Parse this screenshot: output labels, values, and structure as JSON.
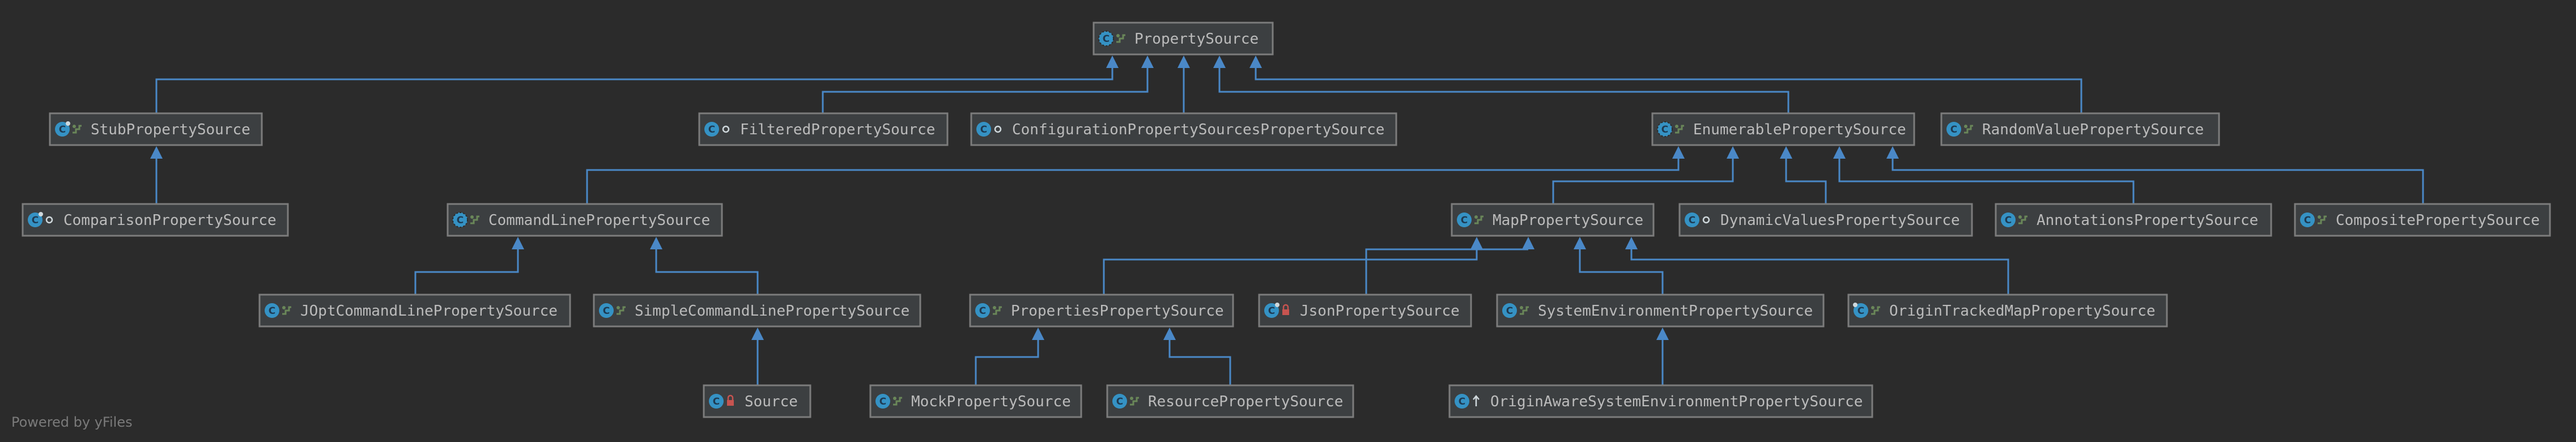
{
  "diagram": {
    "nodes": [
      {
        "id": "PropertySource",
        "label": "PropertySource",
        "kind": "abstract-class",
        "modifier": "public"
      },
      {
        "id": "StubPropertySource",
        "label": "StubPropertySource",
        "kind": "static-class",
        "modifier": "public"
      },
      {
        "id": "FilteredPropertySource",
        "label": "FilteredPropertySource",
        "kind": "class",
        "modifier": "package-private"
      },
      {
        "id": "ConfigurationPropertySourcesPropertySource",
        "label": "ConfigurationPropertySourcesPropertySource",
        "kind": "class",
        "modifier": "package-private"
      },
      {
        "id": "EnumerablePropertySource",
        "label": "EnumerablePropertySource",
        "kind": "abstract-class",
        "modifier": "public"
      },
      {
        "id": "RandomValuePropertySource",
        "label": "RandomValuePropertySource",
        "kind": "class",
        "modifier": "public"
      },
      {
        "id": "ComparisonPropertySource",
        "label": "ComparisonPropertySource",
        "kind": "static-class",
        "modifier": "package-private"
      },
      {
        "id": "CommandLinePropertySource",
        "label": "CommandLinePropertySource",
        "kind": "abstract-class",
        "modifier": "public"
      },
      {
        "id": "MapPropertySource",
        "label": "MapPropertySource",
        "kind": "class",
        "modifier": "public"
      },
      {
        "id": "DynamicValuesPropertySource",
        "label": "DynamicValuesPropertySource",
        "kind": "class",
        "modifier": "package-private"
      },
      {
        "id": "AnnotationsPropertySource",
        "label": "AnnotationsPropertySource",
        "kind": "class",
        "modifier": "public"
      },
      {
        "id": "CompositePropertySource",
        "label": "CompositePropertySource",
        "kind": "class",
        "modifier": "public"
      },
      {
        "id": "JOptCommandLinePropertySource",
        "label": "JOptCommandLinePropertySource",
        "kind": "class",
        "modifier": "public"
      },
      {
        "id": "SimpleCommandLinePropertySource",
        "label": "SimpleCommandLinePropertySource",
        "kind": "class",
        "modifier": "public"
      },
      {
        "id": "PropertiesPropertySource",
        "label": "PropertiesPropertySource",
        "kind": "class",
        "modifier": "public"
      },
      {
        "id": "JsonPropertySource",
        "label": "JsonPropertySource",
        "kind": "static-class",
        "modifier": "private"
      },
      {
        "id": "SystemEnvironmentPropertySource",
        "label": "SystemEnvironmentPropertySource",
        "kind": "class",
        "modifier": "public"
      },
      {
        "id": "OriginTrackedMapPropertySource",
        "label": "OriginTrackedMapPropertySource",
        "kind": "final-class",
        "modifier": "public"
      },
      {
        "id": "Source",
        "label": "Source",
        "kind": "class",
        "modifier": "private"
      },
      {
        "id": "MockPropertySource",
        "label": "MockPropertySource",
        "kind": "class",
        "modifier": "public"
      },
      {
        "id": "ResourcePropertySource",
        "label": "ResourcePropertySource",
        "kind": "class",
        "modifier": "public"
      },
      {
        "id": "OriginAwareSystemEnvironmentPropertySource",
        "label": "OriginAwareSystemEnvironmentPropertySource",
        "kind": "class",
        "modifier": "protected"
      }
    ],
    "edges": [
      {
        "from": "StubPropertySource",
        "to": "PropertySource"
      },
      {
        "from": "FilteredPropertySource",
        "to": "PropertySource"
      },
      {
        "from": "ConfigurationPropertySourcesPropertySource",
        "to": "PropertySource"
      },
      {
        "from": "EnumerablePropertySource",
        "to": "PropertySource"
      },
      {
        "from": "RandomValuePropertySource",
        "to": "PropertySource"
      },
      {
        "from": "ComparisonPropertySource",
        "to": "StubPropertySource"
      },
      {
        "from": "CommandLinePropertySource",
        "to": "EnumerablePropertySource"
      },
      {
        "from": "MapPropertySource",
        "to": "EnumerablePropertySource"
      },
      {
        "from": "DynamicValuesPropertySource",
        "to": "EnumerablePropertySource"
      },
      {
        "from": "AnnotationsPropertySource",
        "to": "EnumerablePropertySource"
      },
      {
        "from": "CompositePropertySource",
        "to": "EnumerablePropertySource"
      },
      {
        "from": "JOptCommandLinePropertySource",
        "to": "CommandLinePropertySource"
      },
      {
        "from": "SimpleCommandLinePropertySource",
        "to": "CommandLinePropertySource"
      },
      {
        "from": "PropertiesPropertySource",
        "to": "MapPropertySource"
      },
      {
        "from": "JsonPropertySource",
        "to": "MapPropertySource"
      },
      {
        "from": "SystemEnvironmentPropertySource",
        "to": "MapPropertySource"
      },
      {
        "from": "OriginTrackedMapPropertySource",
        "to": "MapPropertySource"
      },
      {
        "from": "Source",
        "to": "SimpleCommandLinePropertySource"
      },
      {
        "from": "MockPropertySource",
        "to": "PropertiesPropertySource"
      },
      {
        "from": "ResourcePropertySource",
        "to": "PropertiesPropertySource"
      },
      {
        "from": "OriginAwareSystemEnvironmentPropertySource",
        "to": "SystemEnvironmentPropertySource"
      }
    ]
  },
  "colors": {
    "background": "#2b2b2b",
    "node_fill": "#3c3f41",
    "node_border": "#7c7c7c",
    "edge": "#4a88c7",
    "label": "#bbbbbb",
    "class_icon": "#3592c4",
    "public_icon": "#6a8759",
    "private_icon": "#c75450",
    "watermark": "#7a7a7a"
  },
  "icons": {
    "class": "class-c-icon",
    "abstract-class": "abstract-class-icon",
    "static-class": "static-class-icon",
    "final-class": "final-class-icon",
    "public": "public-access-icon",
    "package-private": "package-private-access-icon",
    "private": "private-lock-icon",
    "protected": "protected-access-icon"
  },
  "footer": {
    "watermark": "Powered by yFiles"
  }
}
